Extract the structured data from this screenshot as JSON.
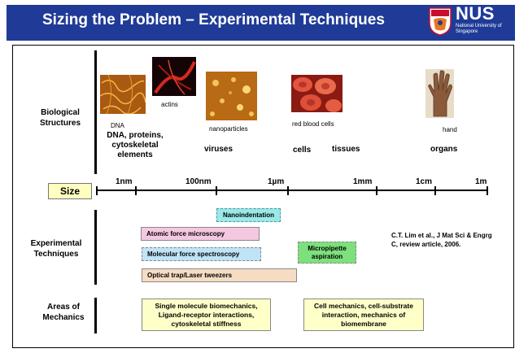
{
  "header": {
    "title": "Sizing the Problem – Experimental Techniques",
    "logo_text": "NUS",
    "logo_subtext": "National University of Singapore"
  },
  "rows": {
    "biological": "Biological Structures",
    "experimental": "Experimental Techniques",
    "mechanics": "Areas of Mechanics"
  },
  "bio_images": {
    "dna": "DNA",
    "actins": "actins",
    "nanoparticles": "nanoparticles",
    "rbc": "red blood cells",
    "hand": "hand"
  },
  "bio_categories": {
    "dna_group": "DNA, proteins, cytoskeletal elements",
    "viruses": "viruses",
    "cells": "cells",
    "tissues": "tissues",
    "organs": "organs"
  },
  "scale": {
    "label": "Size",
    "ticks": [
      "1nm",
      "100nm",
      "1µm",
      "1mm",
      "1cm",
      "1m"
    ]
  },
  "techniques": {
    "nanoindentation": "Nanoindentation",
    "afm": "Atomic force microscopy",
    "mfs": "Molecular force spectroscopy",
    "optical": "Optical trap/Laser tweezers",
    "micropipette": "Micropipette aspiration"
  },
  "reference": "C.T. Lim et al., J Mat Sci & Engrg C, review article, 2006.",
  "mechanics": {
    "left": "Single molecule biomechanics, Ligand-receptor interactions, cytoskeletal stiffness",
    "right": "Cell mechanics, cell-substrate interaction, mechanics of biomembrane"
  },
  "colors": {
    "header_bg": "#1f3b97",
    "nanoindentation": "#9be8e8",
    "afm": "#f4c8e0",
    "mfs": "#bfe3f7",
    "optical": "#f7dcc4",
    "micropipette": "#7de07d",
    "mechanics_box": "#ffffc8"
  }
}
